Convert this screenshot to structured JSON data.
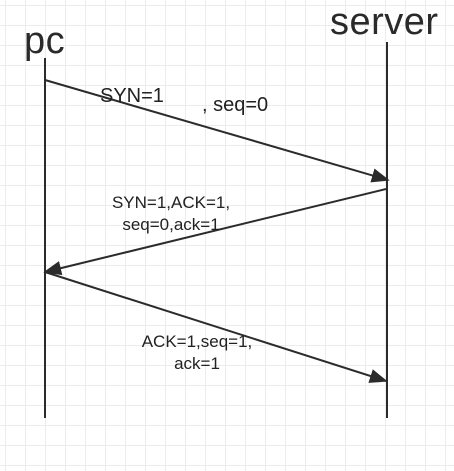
{
  "actors": {
    "left": "pc",
    "right": "server"
  },
  "messages": [
    {
      "direction": "pc-to-server",
      "line1": "SYN=1",
      "line1b": ", seq=0",
      "line2": ""
    },
    {
      "direction": "server-to-pc",
      "line1": "SYN=1,ACK=1,",
      "line2": "seq=0,ack=1"
    },
    {
      "direction": "pc-to-server",
      "line1": "ACK=1,seq=1,",
      "line2": "ack=1"
    }
  ],
  "colors": {
    "line": "#2b2b2b",
    "grid": "#ececec",
    "background": "#ffffff"
  }
}
